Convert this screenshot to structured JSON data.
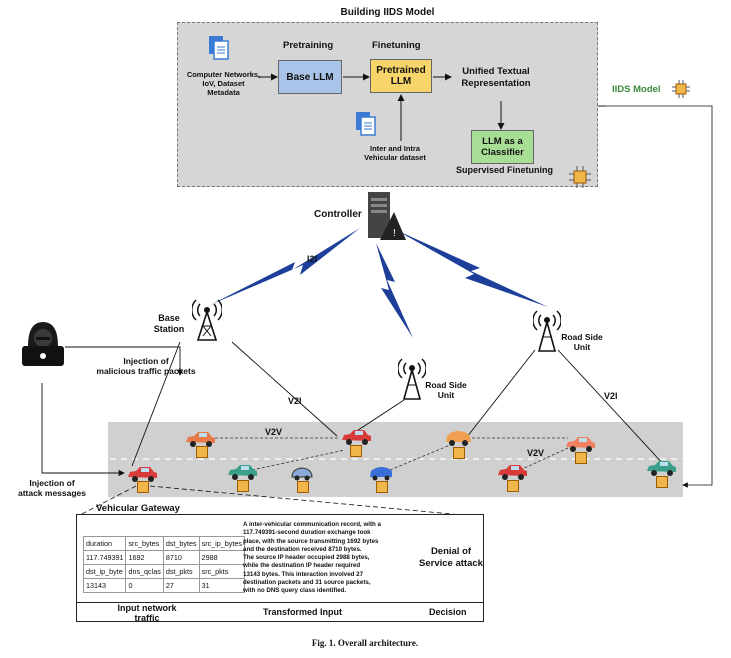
{
  "model_panel": {
    "title": "Building IIDS Model",
    "stage_pretraining": "Pretraining",
    "stage_finetuning": "Finetuning",
    "source_label_lines": [
      "Computer Networks,",
      "IoV, Dataset",
      "Metadata"
    ],
    "base_llm": "Base LLM",
    "pretrained_llm_lines": [
      "Pretrained",
      "LLM"
    ],
    "unified_lines": [
      "Unified Textual",
      "Representation"
    ],
    "dataset_label_lines": [
      "Inter and Intra",
      "Vehicular dataset"
    ],
    "classifier_lines": [
      "LLM as a",
      "Classifier"
    ],
    "supervised": "Supervised Finetuning"
  },
  "iids_model_label": "IIDS Model",
  "controller_label": "Controller",
  "i2i_label": "I2I",
  "base_station_lines": [
    "Base",
    "Station"
  ],
  "rsu_middle_lines": [
    "Road Side",
    "Unit"
  ],
  "rsu_right_lines": [
    "Road Side",
    "Unit"
  ],
  "v2i_left": "V2I",
  "v2i_right": "V2I",
  "v2v_left": "V2V",
  "v2v_right": "V2V",
  "attacker": {
    "injection_packets_lines": [
      "Injection of",
      "malicious traffic packets"
    ],
    "injection_messages_lines": [
      "Injection of",
      "attack messages"
    ]
  },
  "gateway": {
    "title": "Vehicular Gateway",
    "table_rows": [
      [
        "duration",
        "src_bytes",
        "dst_bytes",
        "src_ip_bytes"
      ],
      [
        "117.749391",
        "1692",
        "8710",
        "2988"
      ],
      [
        "dst_ip_byte",
        "dns_qclas",
        "dst_pkts",
        "src_pkts"
      ],
      [
        "13143",
        "0",
        "27",
        "31"
      ]
    ],
    "transformed_text_lines": [
      "A inter-vehicular communication record, with a",
      "117.749391-second duration exchange took",
      "place, with the source transmitting 1692 bytes",
      "and the destination received 8710 bytes.",
      "The source IP header occupied 2988 bytes,",
      "while the destination IP header required",
      "13143 bytes. This interaction involved 27",
      "destination packets and 31 source packets,",
      "with no DNS query class identified."
    ],
    "decision_lines": [
      "Denial of",
      "Service attack"
    ],
    "input_label_lines": [
      "Input network",
      "traffic"
    ],
    "transformed_label": "Transformed Input",
    "decision_label": "Decision"
  },
  "caption": "Fig. 1.  Overall architecture.",
  "colors": {
    "base_llm": "#a8c4e8",
    "pretrained_llm": "#f7d56a",
    "classifier": "#a8dd96",
    "lightning": "#1d3f9a",
    "iids_label": "#3a8a3a"
  }
}
